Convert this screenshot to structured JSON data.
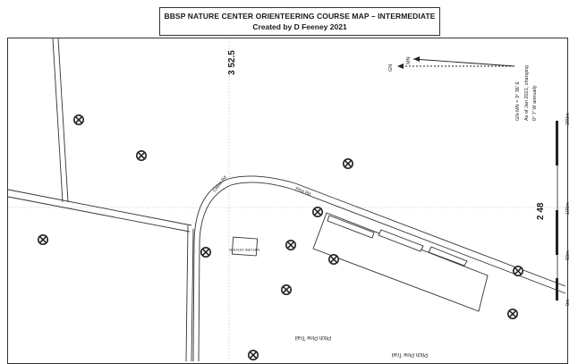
{
  "title": {
    "line1": "BBSP NATURE CENTER ORIENTEERING COURSE MAP – INTERMEDIATE",
    "line2": "Created by D Feeney 2021"
  },
  "grid": {
    "easting_label": "3 52.5",
    "northing_label": "2 48"
  },
  "declination": {
    "gn_label": "GN",
    "mn_label": "MN",
    "text_1": "GN-MN = 3° 36' E",
    "text_2": "As of Jan 2021, changing",
    "text_3": "0° 7' W annually"
  },
  "scale_bar": {
    "label_200": "200m",
    "label_100": "100m",
    "label_50": "50m",
    "label_0": "0m"
  },
  "labels": {
    "nature_center": "NATURE CENTER",
    "road_1": "Cedar Rd",
    "road_2": "Pine Rd",
    "trail_1": "Pitch Pine Trail",
    "trail_2": "Pitch Pine Trail"
  },
  "colors": {
    "line": "#333333",
    "grid": "#bbbbbb",
    "marker": "#222222"
  },
  "controls_count_text": ""
}
